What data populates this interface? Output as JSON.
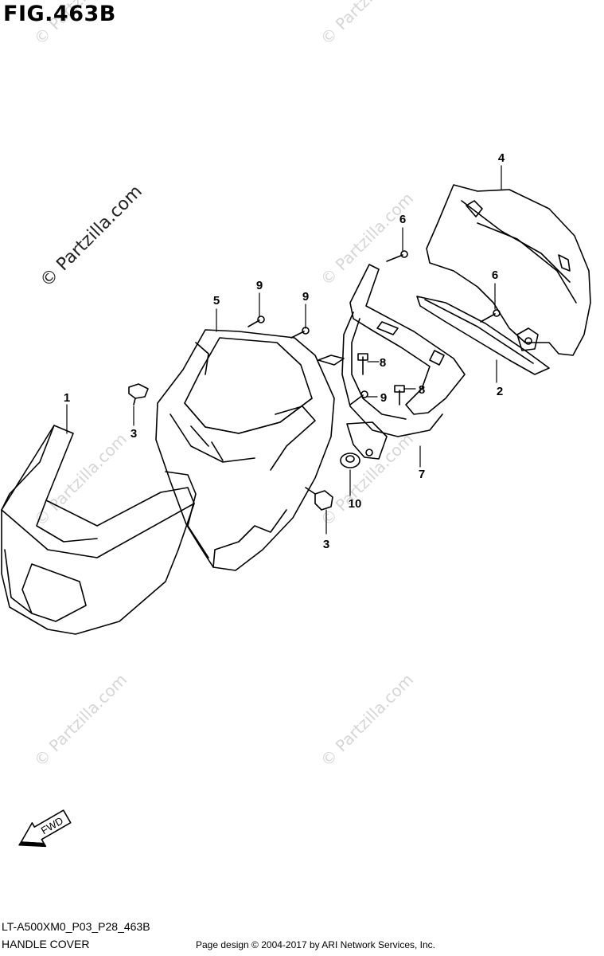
{
  "figure": {
    "title": "FIG.463B",
    "code": "LT-A500XM0_P03_P28_463B",
    "name": "HANDLE COVER",
    "credit": "Page design © 2004-2017 by ARI Network Services, Inc.",
    "watermark": "© Partzilla.com",
    "fwd_label": "FWD"
  },
  "callouts": [
    "1",
    "2",
    "3",
    "3",
    "4",
    "5",
    "6",
    "6",
    "7",
    "8",
    "8",
    "9",
    "9",
    "9",
    "10"
  ],
  "icons": {
    "fwd_arrow": "fwd-arrow-icon"
  }
}
